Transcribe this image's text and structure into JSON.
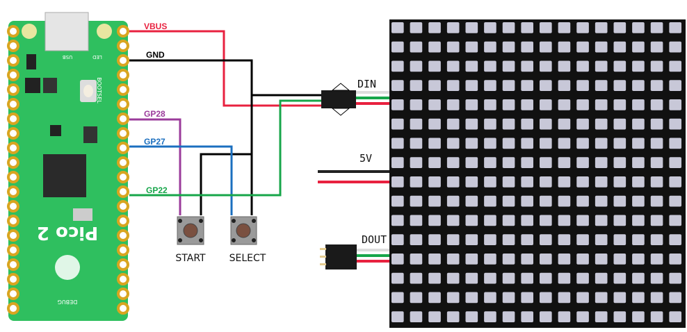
{
  "board": {
    "name": "Pico 2",
    "silkscreen": {
      "usb": "USB",
      "led": "LED",
      "bootsel": "BOOTSEL",
      "debug": "DEBUG"
    }
  },
  "wires": [
    {
      "label": "VBUS",
      "color": "#e8213f"
    },
    {
      "label": "GND",
      "color": "#000000"
    },
    {
      "label": "GP28",
      "color": "#9b3b9b"
    },
    {
      "label": "GP27",
      "color": "#1b6fbf"
    },
    {
      "label": "GP22",
      "color": "#17a64a"
    }
  ],
  "buttons": [
    {
      "label": "START"
    },
    {
      "label": "SELECT"
    }
  ],
  "matrix": {
    "rows": 16,
    "cols": 16,
    "din_label": "DIN",
    "power_label": "5V",
    "dout_label": "DOUT"
  }
}
